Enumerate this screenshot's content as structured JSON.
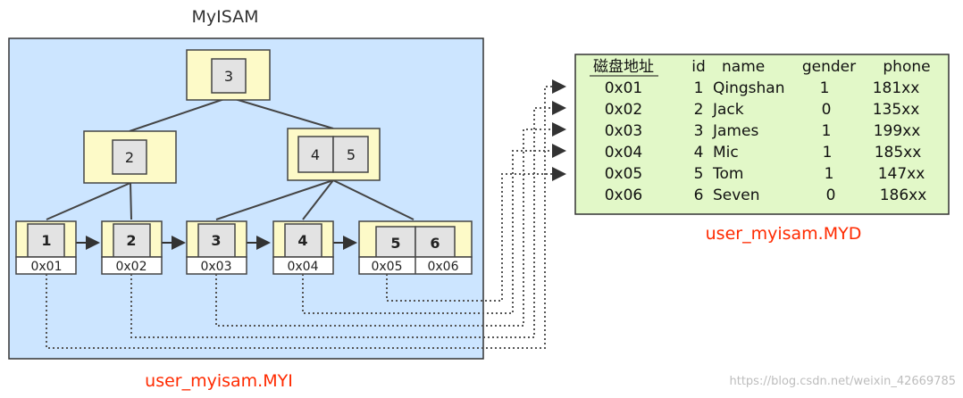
{
  "index_title": "MyISAM",
  "index_file_label": "user_myisam.MYI",
  "data_file_label": "user_myisam.MYD",
  "watermark": "https://blog.csdn.net/weixin_42669785",
  "colors": {
    "index_panel": "#cce5ff",
    "node_fill": "#fdfac8",
    "key_fill": "#e3e3e3",
    "table_fill": "#e2f8c8",
    "red_label": "#ff2a00"
  },
  "tree": {
    "root": [
      "3"
    ],
    "level2": [
      [
        "2"
      ],
      [
        "4",
        "5"
      ]
    ],
    "leaves": [
      {
        "keys": [
          "1"
        ],
        "addrs": [
          "0x01"
        ]
      },
      {
        "keys": [
          "2"
        ],
        "addrs": [
          "0x02"
        ]
      },
      {
        "keys": [
          "3"
        ],
        "addrs": [
          "0x03"
        ]
      },
      {
        "keys": [
          "4"
        ],
        "addrs": [
          "0x04"
        ]
      },
      {
        "keys": [
          "5",
          "6"
        ],
        "addrs": [
          "0x05",
          "0x06"
        ]
      }
    ]
  },
  "table": {
    "headers": [
      "磁盘地址",
      "id",
      "name",
      "gender",
      "phone"
    ],
    "rows": [
      [
        "0x01",
        "1",
        "Qingshan",
        "1",
        "181xx"
      ],
      [
        "0x02",
        "2",
        "Jack",
        "0",
        "135xx"
      ],
      [
        "0x03",
        "3",
        "James",
        "1",
        "199xx"
      ],
      [
        "0x04",
        "4",
        "Mic",
        "1",
        "185xx"
      ],
      [
        "0x05",
        "5",
        "Tom",
        "1",
        "147xx"
      ],
      [
        "0x06",
        "6",
        "Seven",
        "0",
        "186xx"
      ]
    ]
  }
}
